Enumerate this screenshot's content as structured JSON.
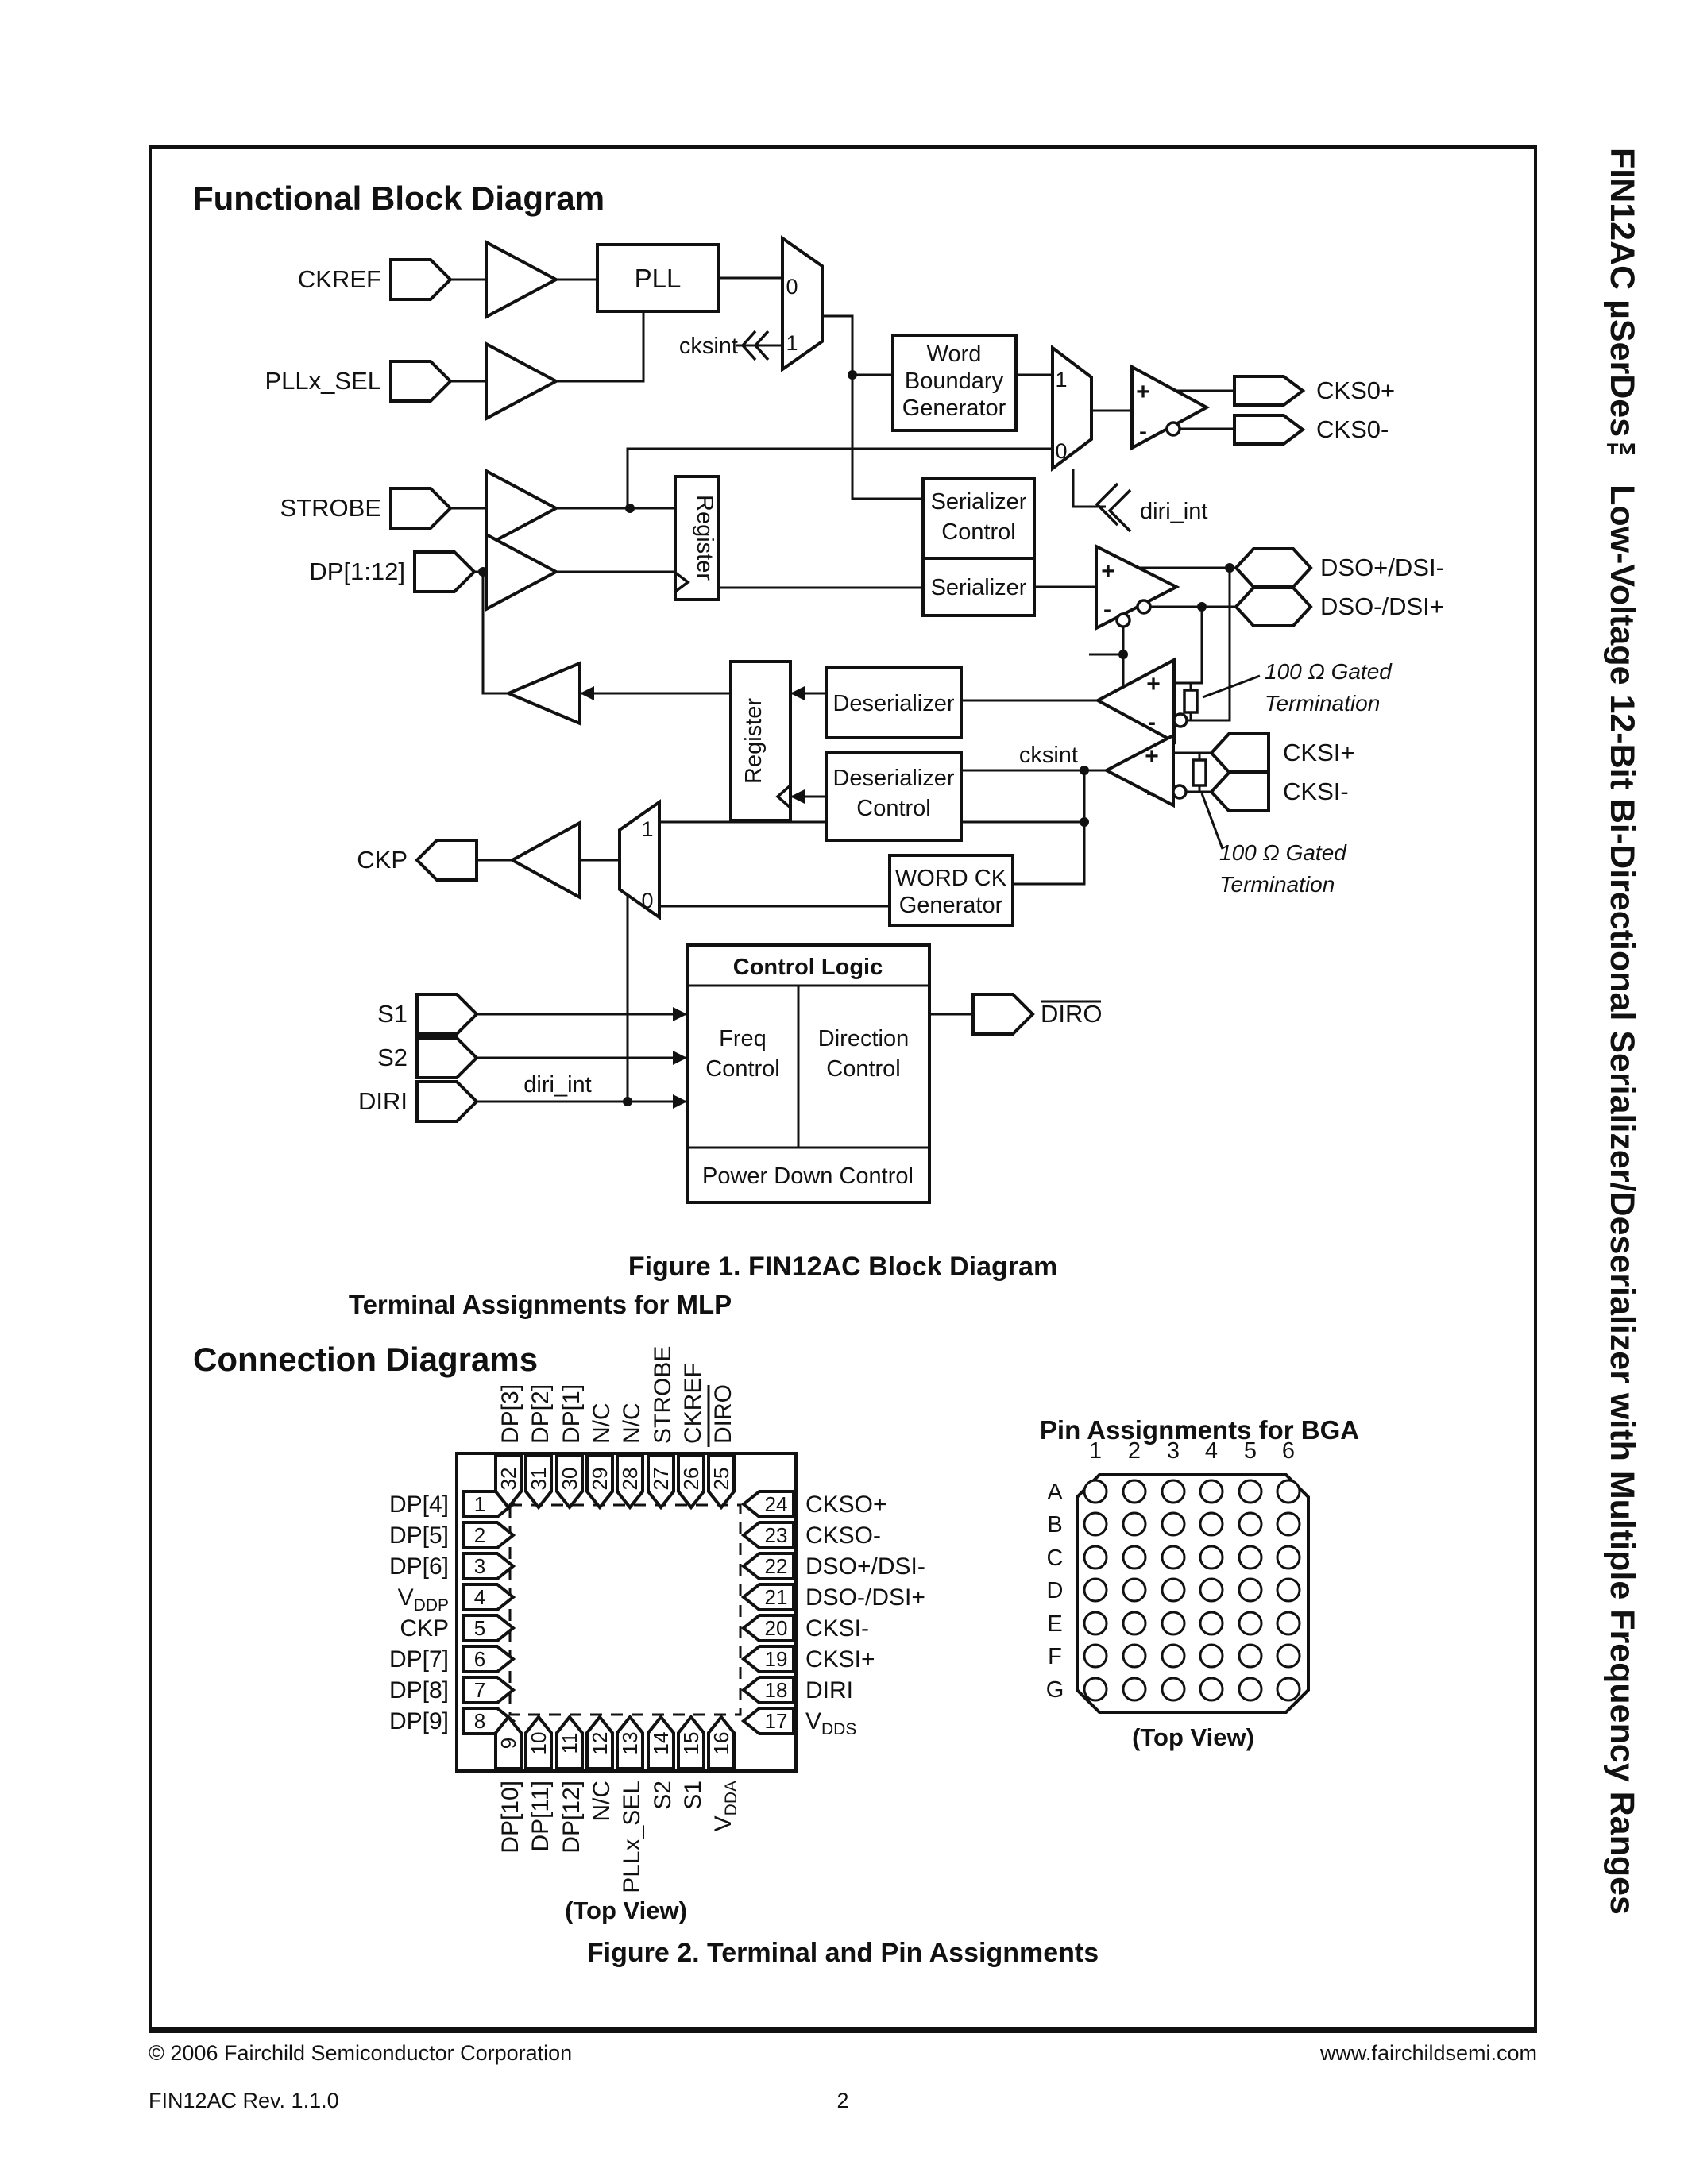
{
  "page": {
    "heading1": "Functional Block Diagram",
    "fig1_caption": "Figure 1. FIN12AC Block Diagram",
    "heading2": "Connection Diagrams",
    "fig2_caption": "Figure 2. Terminal and Pin Assignments",
    "sidebar_title": "FIN12AC  µSerDes™ Low-Voltage 12-Bit Bi-Directional Serializer/Deserializer with Multiple Frequency Ranges",
    "footer": {
      "copyright": "© 2006 Fairchild Semiconductor Corporation",
      "website": "www.fairchildsemi.com",
      "rev": "FIN12AC Rev. 1.1.0",
      "page_number": "2"
    }
  },
  "fig1": {
    "io": {
      "ckref": "CKREF",
      "pllx_sel": "PLLx_SEL",
      "strobe": "STROBE",
      "dp_bus": "DP[1:12]",
      "s1": "S1",
      "s2": "S2",
      "diri": "DIRI",
      "ckp": "CKP",
      "cks0_p": "CKS0+",
      "cks0_m": "CKS0-",
      "dso_p": "DSO+/DSI-",
      "dso_m": "DSO-/DSI+",
      "cksi_p": "CKSI+",
      "cksi_m": "CKSI-",
      "diro": "DIRO"
    },
    "nets": {
      "cksint_a": "cksint",
      "cksint_b": "cksint",
      "diri_int_a": "diri_int",
      "diri_int_b": "diri_int"
    },
    "blocks": {
      "pll": "PLL",
      "wbg": [
        "Word",
        "Boundary",
        "Generator"
      ],
      "ser_ctrl": [
        "Serializer",
        "Control"
      ],
      "serializer": "Serializer",
      "register_a": "Register",
      "register_b": "Register",
      "deserializer": "Deserializer",
      "deser_ctrl": [
        "Deserializer",
        "Control"
      ],
      "word_ck": [
        "WORD CK",
        "Generator"
      ],
      "control_logic": "Control Logic",
      "freq": [
        "Freq",
        "Control"
      ],
      "direction": [
        "Direction",
        "Control"
      ],
      "power_down": "Power Down Control"
    },
    "mux1": [
      "0",
      "1"
    ],
    "mux2": [
      "1",
      "0"
    ],
    "mux3": [
      "1",
      "0"
    ],
    "term_a": [
      "100 Ω Gated",
      "Termination"
    ],
    "term_b": [
      "100 Ω Gated",
      "Termination"
    ],
    "plus": "+",
    "minus": "-"
  },
  "mlp": {
    "title": "Terminal Assignments for MLP",
    "top_view": "(Top View)",
    "left_pins": [
      {
        "num": "1",
        "label": "DP[4]"
      },
      {
        "num": "2",
        "label": "DP[5]"
      },
      {
        "num": "3",
        "label": "DP[6]"
      },
      {
        "num": "4",
        "label": "V",
        "sub": "DDP"
      },
      {
        "num": "5",
        "label": "CKP"
      },
      {
        "num": "6",
        "label": "DP[7]"
      },
      {
        "num": "7",
        "label": "DP[8]"
      },
      {
        "num": "8",
        "label": "DP[9]"
      }
    ],
    "right_pins": [
      {
        "num": "24",
        "label": "CKSO+"
      },
      {
        "num": "23",
        "label": "CKSO-"
      },
      {
        "num": "22",
        "label": "DSO+/DSI-"
      },
      {
        "num": "21",
        "label": "DSO-/DSI+"
      },
      {
        "num": "20",
        "label": "CKSI-"
      },
      {
        "num": "19",
        "label": "CKSI+"
      },
      {
        "num": "18",
        "label": "DIRI"
      },
      {
        "num": "17",
        "label": "V",
        "sub": "DDS"
      }
    ],
    "top_pins": [
      {
        "num": "32",
        "label": "DP[3]"
      },
      {
        "num": "31",
        "label": "DP[2]"
      },
      {
        "num": "30",
        "label": "DP[1]"
      },
      {
        "num": "29",
        "label": "N/C"
      },
      {
        "num": "28",
        "label": "N/C"
      },
      {
        "num": "27",
        "label": "STROBE"
      },
      {
        "num": "26",
        "label": "CKREF"
      },
      {
        "num": "25",
        "label": "DIRO",
        "overline": true
      }
    ],
    "bottom_pins": [
      {
        "num": "9",
        "label": "DP[10]"
      },
      {
        "num": "10",
        "label": "DP[11]"
      },
      {
        "num": "11",
        "label": "DP[12]"
      },
      {
        "num": "12",
        "label": "N/C"
      },
      {
        "num": "13",
        "label": "PLLx_SEL"
      },
      {
        "num": "14",
        "label": "S2"
      },
      {
        "num": "15",
        "label": "S1"
      },
      {
        "num": "16",
        "label": "V",
        "sub": "DDA"
      }
    ]
  },
  "bga": {
    "title": "Pin Assignments for BGA",
    "top_view": "(Top View)",
    "cols": [
      "1",
      "2",
      "3",
      "4",
      "5",
      "6"
    ],
    "rows": [
      "A",
      "B",
      "C",
      "D",
      "E",
      "F",
      "G"
    ]
  }
}
